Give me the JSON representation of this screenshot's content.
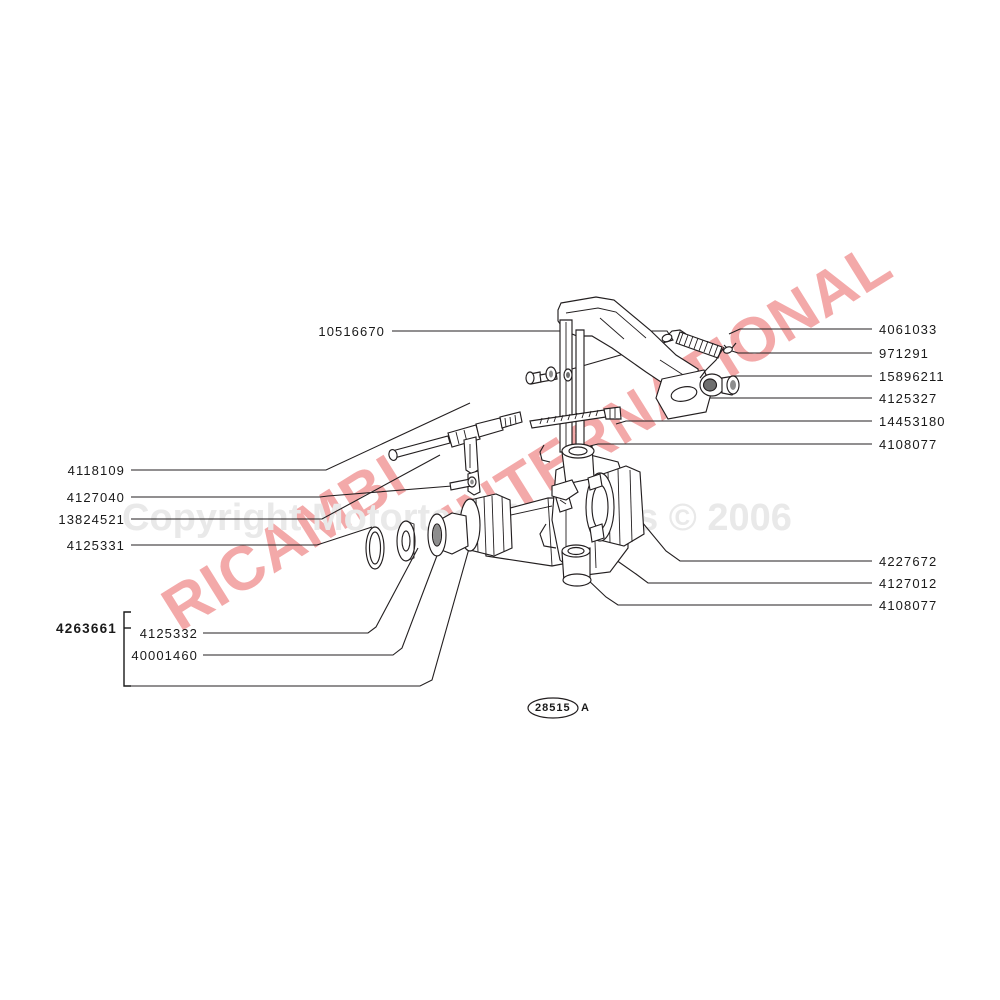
{
  "diagram": {
    "title": "Clutch slave cylinder and release lever exploded view",
    "figure_code": "28515",
    "figure_suffix": "A",
    "watermarks": {
      "red": "RICAMBI INTERNATIONAL",
      "red_part1": "RICAMBI",
      "red_part2": "INTERNATIONAL",
      "gray": "Copyright Motortech Manuals © 2006"
    },
    "colors": {
      "line": "#231f20",
      "watermark_red": "#f3a9a9",
      "watermark_gray": "#e9e9e9",
      "paper": "#ffffff"
    }
  },
  "labels_left": [
    {
      "id": "l-10516670",
      "text": "10516670"
    },
    {
      "id": "l-4118109",
      "text": "4118109"
    },
    {
      "id": "l-4127040",
      "text": "4127040"
    },
    {
      "id": "l-13824521",
      "text": "13824521"
    },
    {
      "id": "l-4125331",
      "text": "4125331"
    }
  ],
  "labels_group": {
    "group_number": "4263661",
    "members": [
      {
        "id": "l-4125332",
        "text": "4125332"
      },
      {
        "id": "l-40001460",
        "text": "40001460"
      }
    ]
  },
  "labels_right_upper": [
    {
      "id": "r-4061033",
      "text": "4061033"
    },
    {
      "id": "r-971291",
      "text": "971291"
    },
    {
      "id": "r-15896211",
      "text": "15896211"
    },
    {
      "id": "r-4125327",
      "text": "4125327"
    },
    {
      "id": "r-14453180",
      "text": "14453180"
    },
    {
      "id": "r-4108077a",
      "text": "4108077"
    }
  ],
  "labels_right_lower": [
    {
      "id": "r-4227672",
      "text": "4227672"
    },
    {
      "id": "r-4127012",
      "text": "4127012"
    },
    {
      "id": "r-4108077b",
      "text": "4108077"
    }
  ]
}
